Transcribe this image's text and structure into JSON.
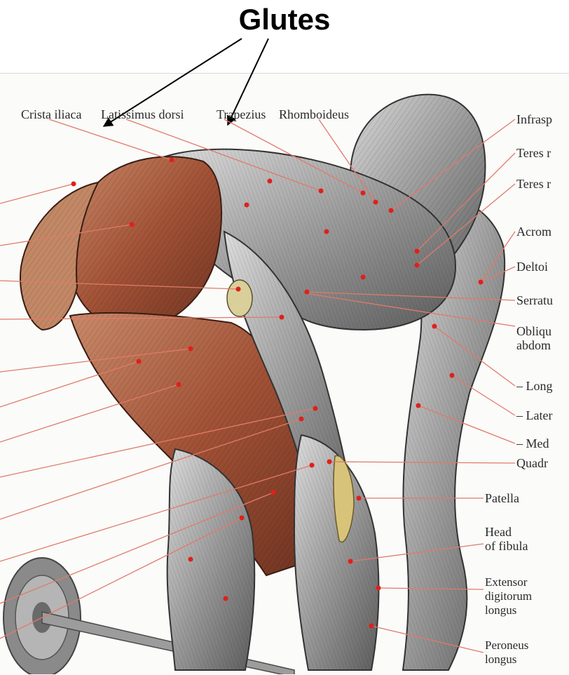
{
  "heading": "Glutes",
  "top_labels": [
    "Crista iliaca",
    "Latissimus dorsi",
    "Trapezius",
    "Rhomboideus"
  ],
  "right_labels": {
    "infraspinatus": "Infrasp",
    "teres_1": "Teres r",
    "teres_2": "Teres r",
    "acromion": "Acrom",
    "deltoid": "Deltoi",
    "serratus": "Serratu",
    "obliquus_1": "Obliqu",
    "obliquus_2": "abdom",
    "long": "– Long",
    "later": "– Later",
    "med": "– Med",
    "quadr": "Quadr",
    "patella": "Patella",
    "head_fibula_1": "Head",
    "head_fibula_2": "of fibula",
    "extensor_1": "Extensor",
    "extensor_2": "digitorum",
    "extensor_3": "longus",
    "peroneus_1": "Peroneus",
    "peroneus_2": "longus"
  },
  "colors": {
    "arrow": "#000000",
    "leader": "#e07a6a",
    "dot": "#e0201a",
    "muscle_red": "#a55a3c",
    "muscle_gray": "#9a9a9a"
  }
}
